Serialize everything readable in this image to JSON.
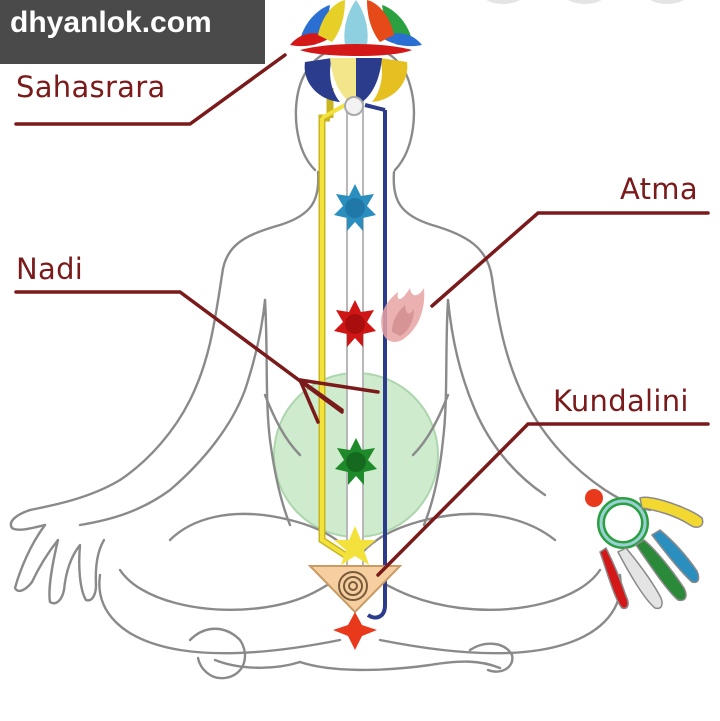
{
  "watermark": {
    "text": "dhyanlok.com"
  },
  "labels": {
    "sahasrara": "Sahasrara",
    "atma": "Atma",
    "nadi": "Nadi",
    "kundalini": "Kundalini"
  },
  "colors": {
    "label": "#7a1a1a",
    "pointer": "#7a1a1a",
    "outline": "#8a8a8a",
    "ida": "#f2e23a",
    "pingala": "#2b3c8c",
    "sushumna": "#b8b8b8",
    "aura": "#bfe6bf",
    "throat_chakra": "#2a8fbf",
    "heart_chakra": "#d01515",
    "navel_chakra": "#1e8a2a",
    "base_chakra": "#f4e23c",
    "root_chakra": "#e8391c",
    "triangle": "#f5cfa0"
  },
  "icons": [
    "lotus-crown-icon",
    "chakra-star-icon",
    "spiral-icon",
    "flame-icon"
  ]
}
